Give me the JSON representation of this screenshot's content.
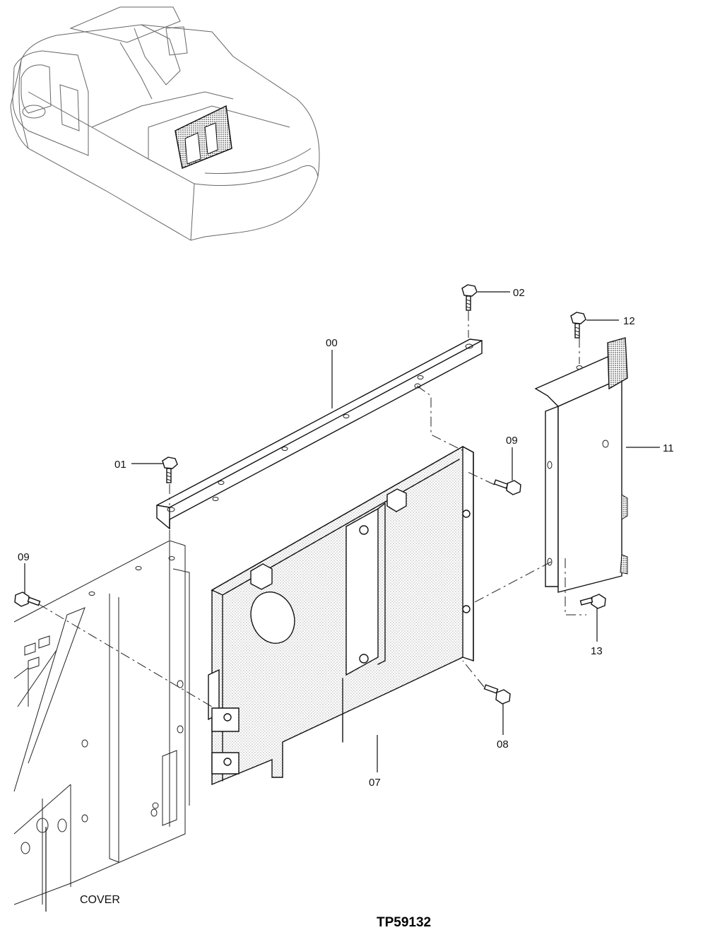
{
  "diagram": {
    "drawing_number": "TP59132",
    "reference_label": "COVER",
    "callouts": [
      {
        "id": "c00",
        "text": "00"
      },
      {
        "id": "c01",
        "text": "01"
      },
      {
        "id": "c02",
        "text": "02"
      },
      {
        "id": "c07",
        "text": "07"
      },
      {
        "id": "c08",
        "text": "08"
      },
      {
        "id": "c09a",
        "text": "09"
      },
      {
        "id": "c09b",
        "text": "09"
      },
      {
        "id": "c11",
        "text": "11"
      },
      {
        "id": "c12",
        "text": "12"
      },
      {
        "id": "c13",
        "text": "13"
      }
    ]
  }
}
